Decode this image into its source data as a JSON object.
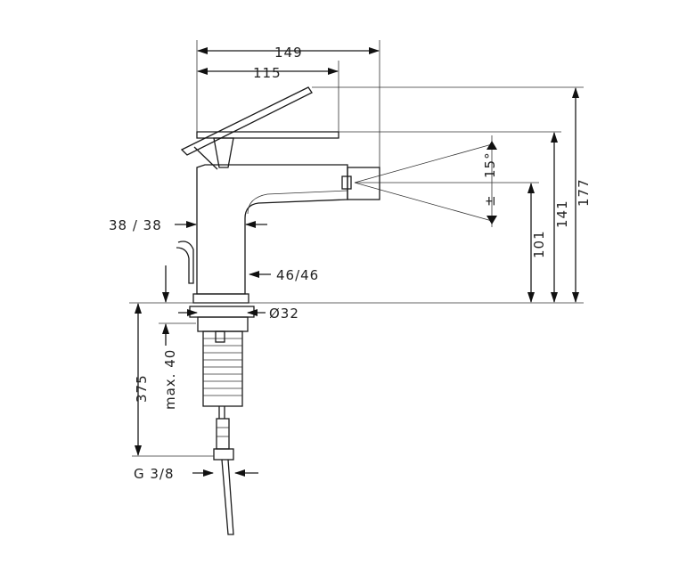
{
  "dimensions": {
    "width_total": "149",
    "width_lever": "115",
    "height_total": "177",
    "height_lever": "141",
    "height_spout": "101",
    "angle": "15°",
    "angle_pm": "±",
    "body_width": "38 / 38",
    "base_width": "46/46",
    "diameter": "Ø32",
    "depth_total": "375",
    "max_thickness": "max. 40",
    "connection": "G 3/8"
  },
  "colors": {
    "stroke": "#1a1a1a",
    "background": "#ffffff"
  }
}
